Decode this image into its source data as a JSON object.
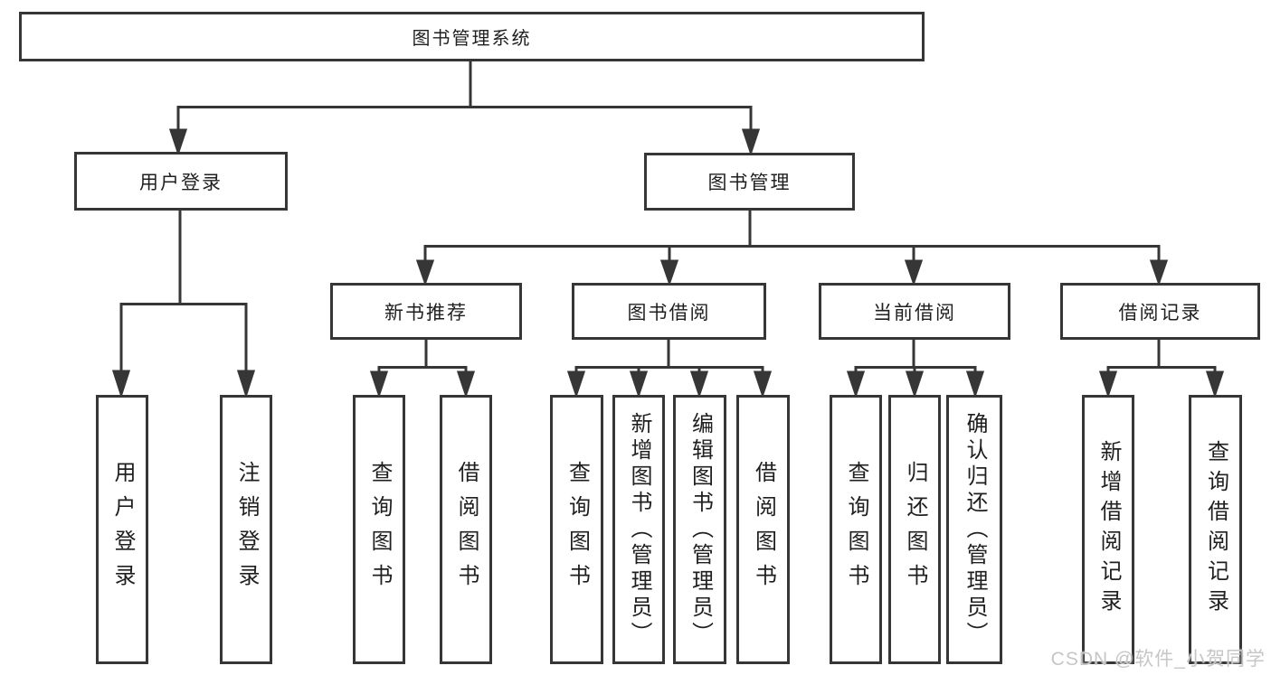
{
  "diagram": {
    "root": {
      "label": "图书管理系统"
    },
    "branches": [
      {
        "label": "用户登录"
      },
      {
        "label": "图书管理"
      }
    ],
    "modules": [
      {
        "label": "新书推荐"
      },
      {
        "label": "图书借阅"
      },
      {
        "label": "当前借阅"
      },
      {
        "label": "借阅记录"
      }
    ],
    "leaves": [
      {
        "label": "用户登录",
        "parent": "用户登录"
      },
      {
        "label": "注销登录",
        "parent": "用户登录"
      },
      {
        "label": "查询图书",
        "parent": "新书推荐"
      },
      {
        "label": "借阅图书",
        "parent": "新书推荐"
      },
      {
        "label": "查询图书",
        "parent": "图书借阅"
      },
      {
        "label": "新增图书（管理员）",
        "parent": "图书借阅"
      },
      {
        "label": "编辑图书（管理员）",
        "parent": "图书借阅"
      },
      {
        "label": "借阅图书",
        "parent": "图书借阅"
      },
      {
        "label": "查询图书",
        "parent": "当前借阅"
      },
      {
        "label": "归还图书",
        "parent": "当前借阅"
      },
      {
        "label": "确认归还（管理员）",
        "parent": "当前借阅"
      },
      {
        "label": "新增借阅记录",
        "parent": "借阅记录"
      },
      {
        "label": "查询借阅记录",
        "parent": "借阅记录"
      }
    ]
  },
  "watermark": {
    "text": "CSDN @软件_小贺同学"
  },
  "colors": {
    "line": "#363636",
    "text": "#1f1f1f",
    "box_fill": "#ffffff",
    "watermark": "#c6c6c6",
    "background": "#ffffff"
  }
}
